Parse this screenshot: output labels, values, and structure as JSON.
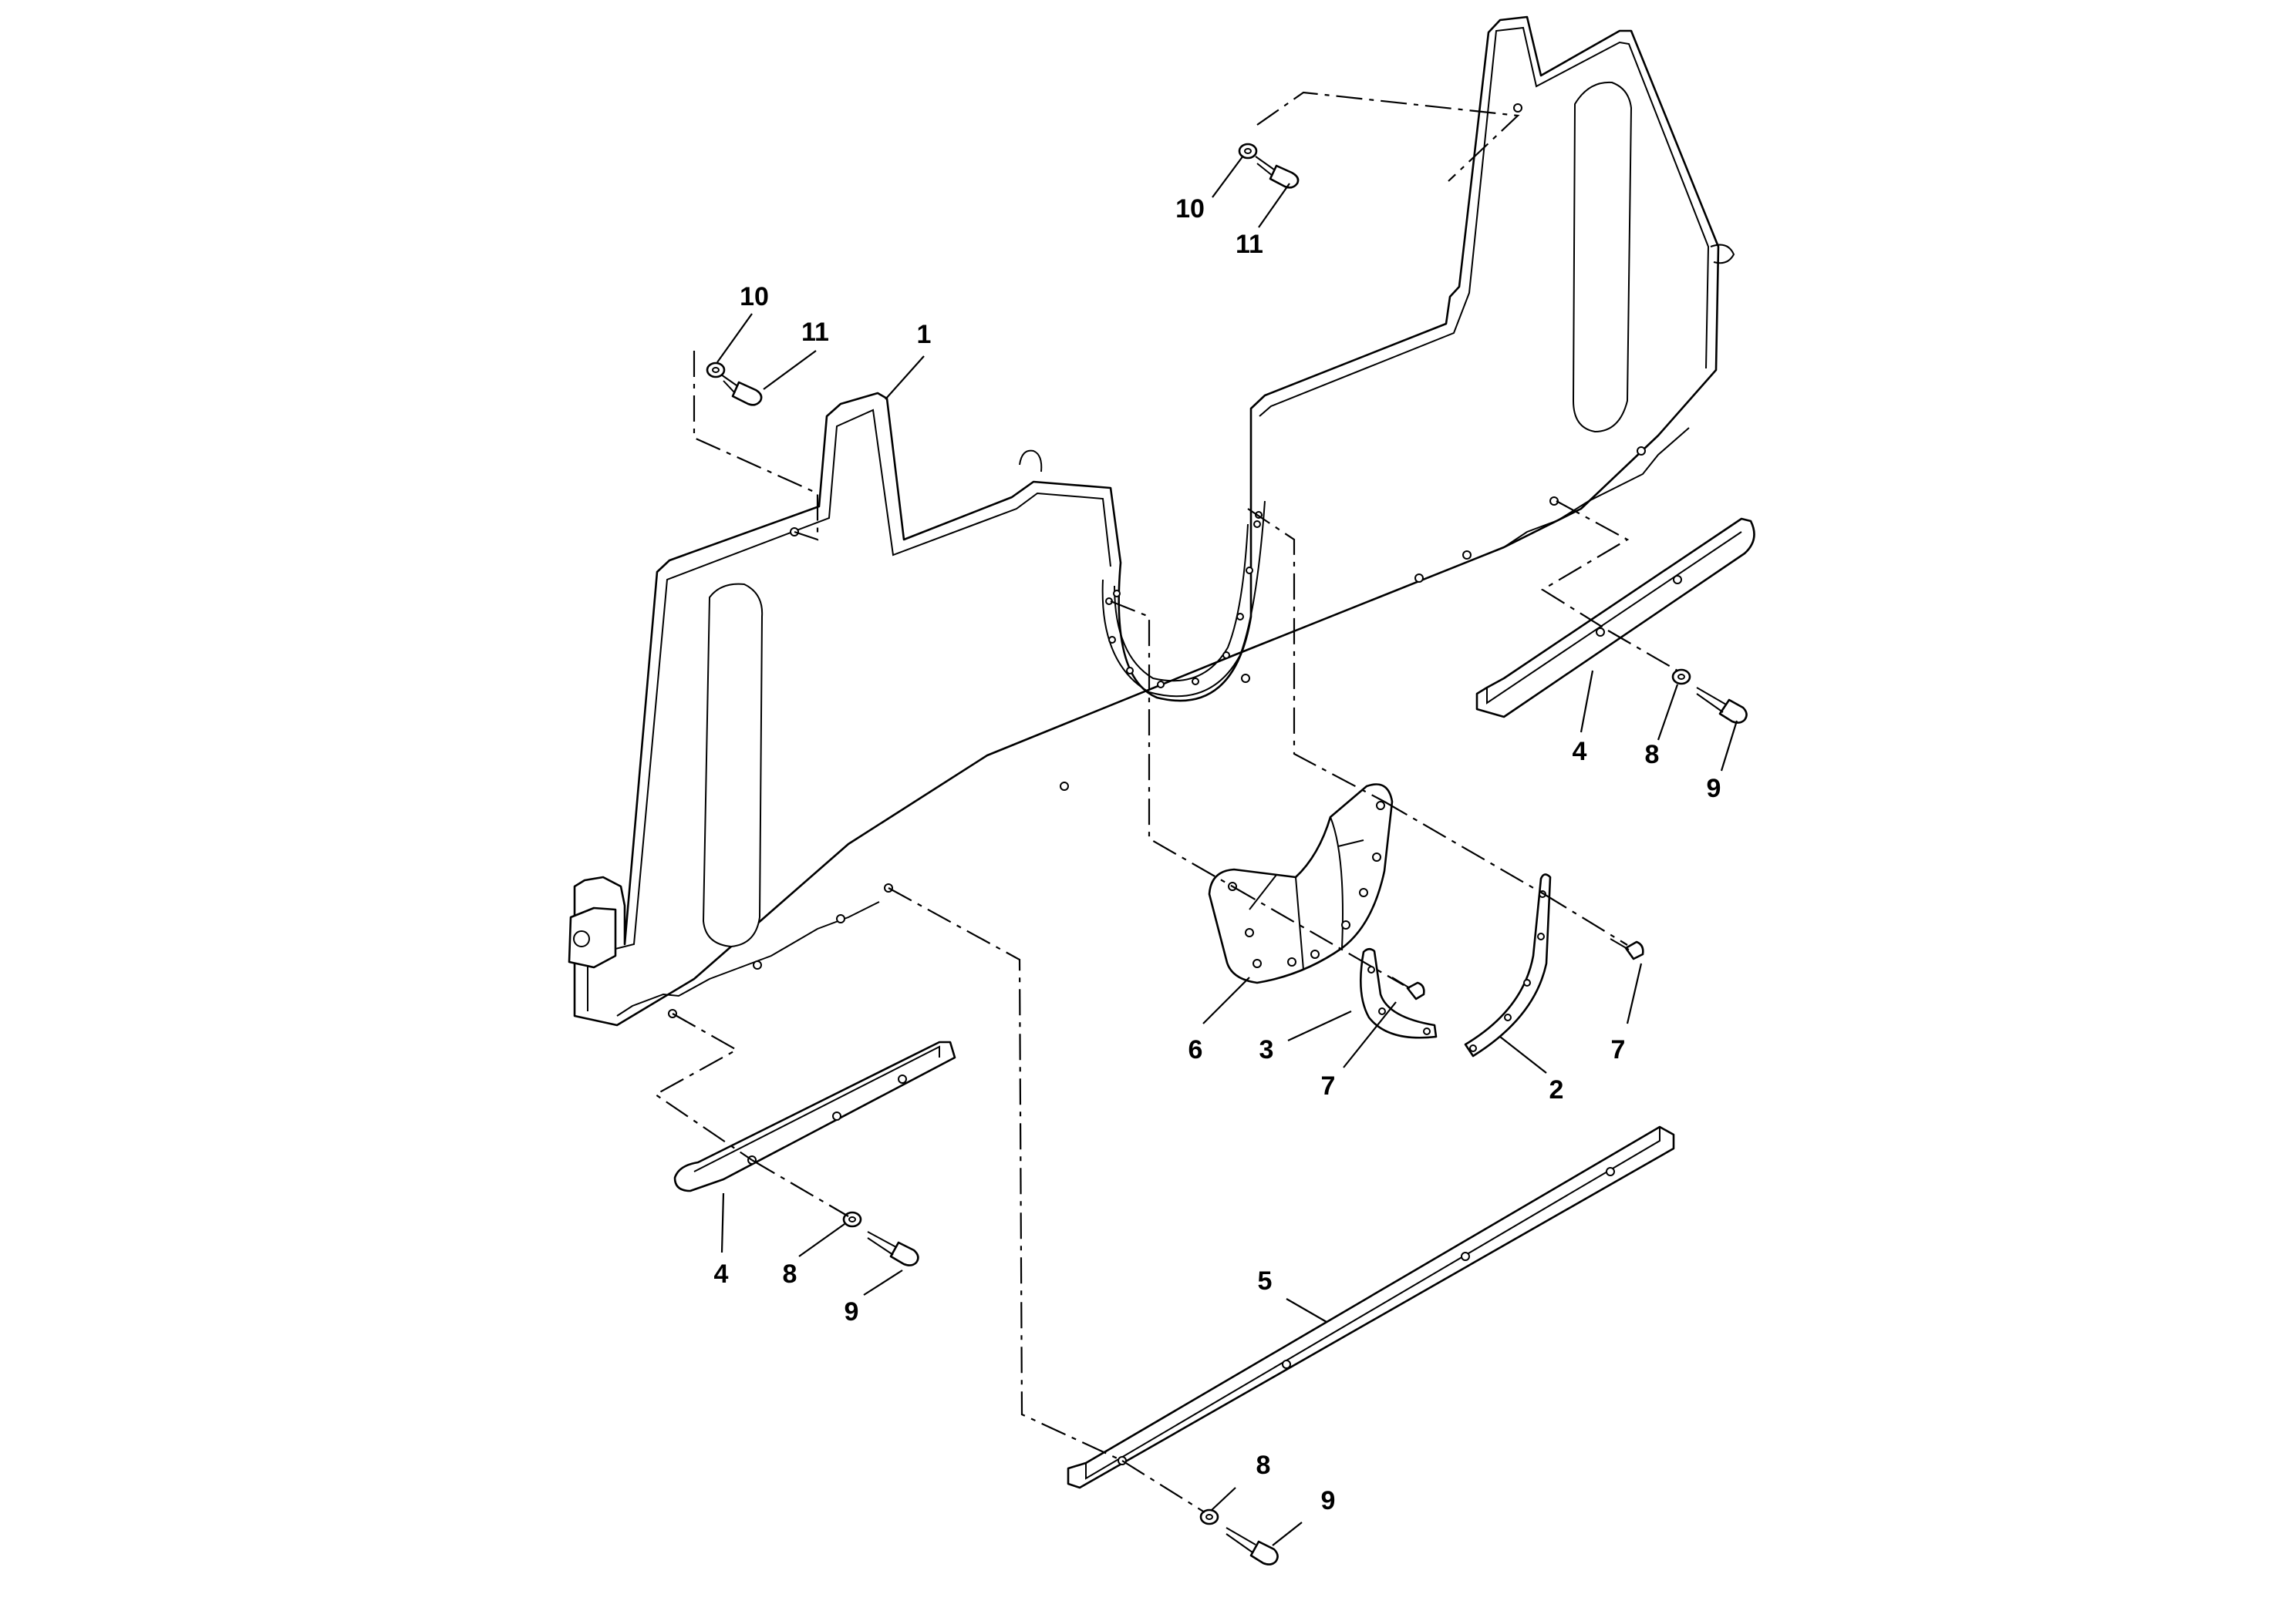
{
  "diagram": {
    "type": "exploded-parts-view",
    "callouts": {
      "c1": "1",
      "c2": "2",
      "c3": "3",
      "c4a": "4",
      "c4b": "4",
      "c5": "5",
      "c6": "6",
      "c7a": "7",
      "c7b": "7",
      "c8a": "8",
      "c8b": "8",
      "c8c": "8",
      "c9a": "9",
      "c9b": "9",
      "c9c": "9",
      "c10a": "10",
      "c10b": "10",
      "c11a": "11",
      "c11b": "11"
    }
  }
}
